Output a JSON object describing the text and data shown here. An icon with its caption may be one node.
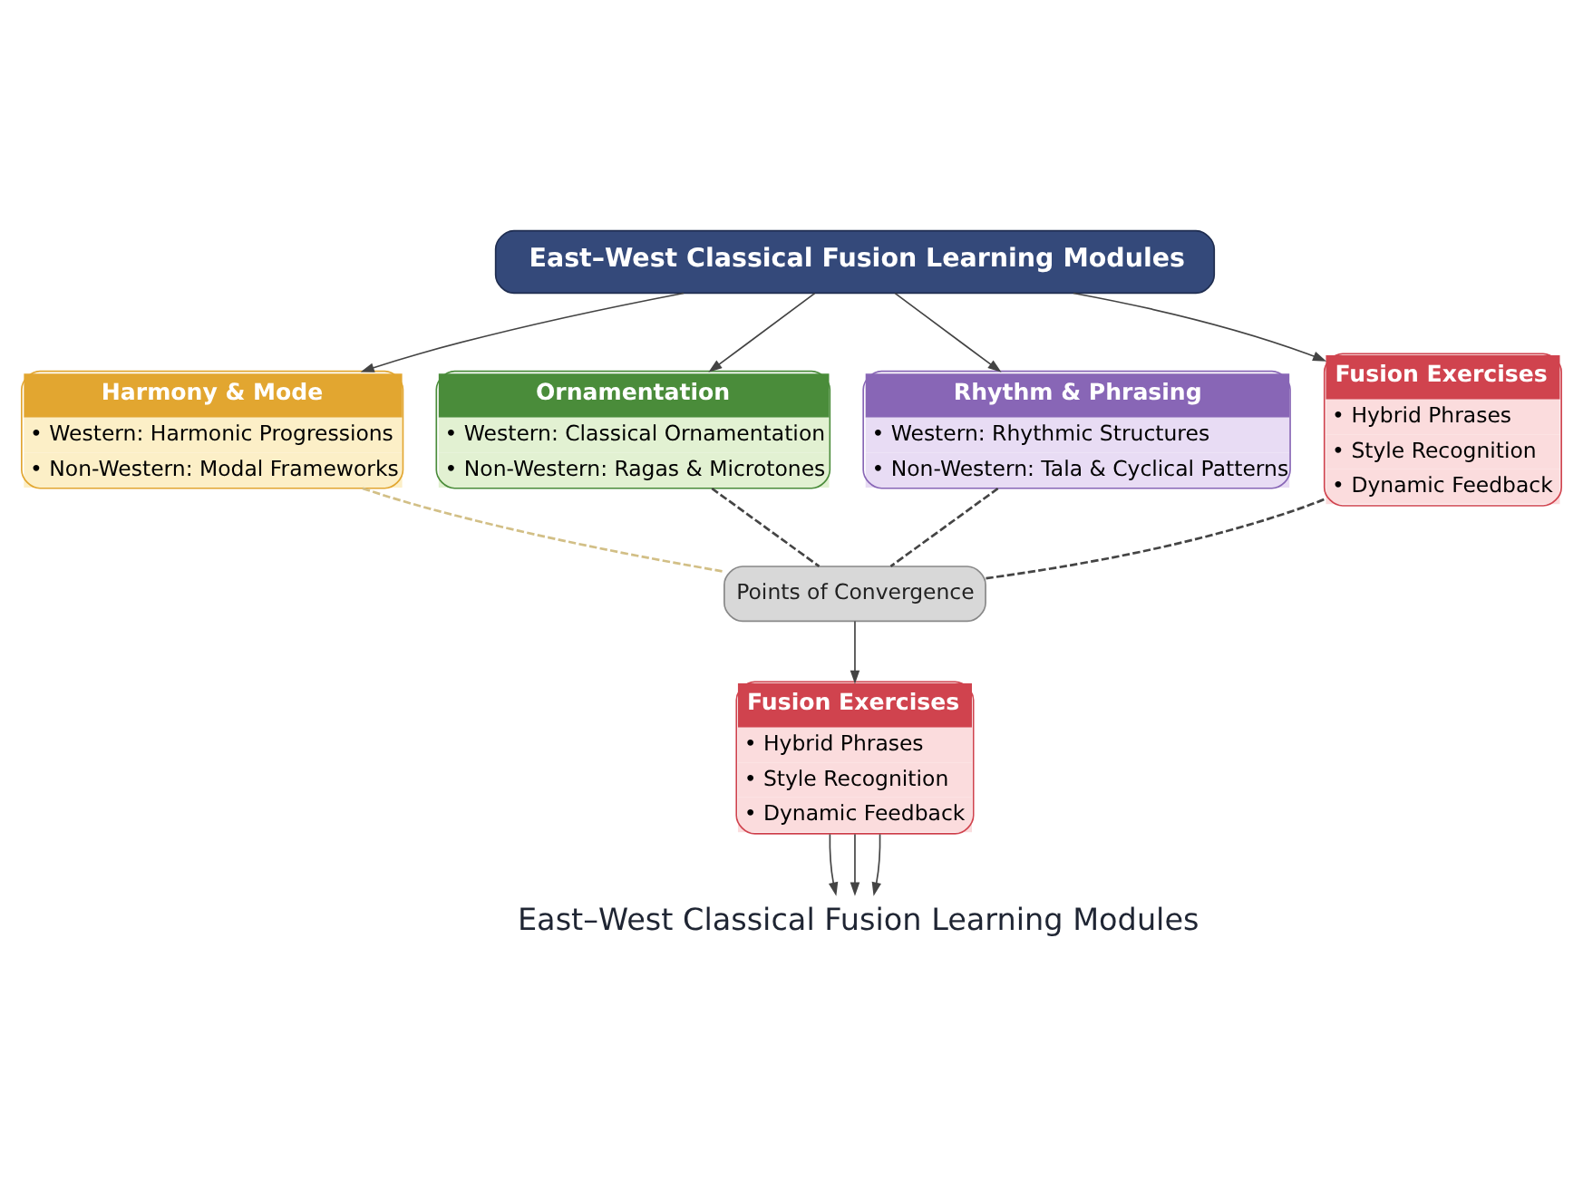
{
  "diagram": {
    "nodes": [
      {
        "text": [
          "East–West Classical Fusion Learning Modules"
        ]
      },
      {
        "text": [
          "Harmony & Mode",
          "• Western: Harmonic Progressions",
          "• Non-Western: Modal Frameworks"
        ]
      },
      {
        "text": [
          "Ornamentation",
          "• Western: Classical Ornamentation",
          "• Non-Western: Ragas & Microtones"
        ]
      },
      {
        "text": [
          "Rhythm & Phrasing",
          "• Western: Rhythmic Structures",
          "• Non-Western: Tala & Cyclical Patterns"
        ]
      },
      {
        "text": [
          "Fusion Exercises",
          "• Hybrid Phrases",
          "• Style Recognition",
          "• Dynamic Feedback"
        ]
      },
      {
        "text": [
          "Points of Convergence"
        ]
      },
      {
        "text": [
          "Fusion Exercises",
          "• Hybrid Phrases",
          "• Style Recognition",
          "• Dynamic Feedback"
        ]
      },
      {
        "text": [
          "East–West Classical Fusion Learning Modules"
        ]
      }
    ],
    "edges": [
      {
        "from": 0,
        "to": 1,
        "arrow": "to"
      },
      {
        "from": 0,
        "to": 2,
        "arrow": "to"
      },
      {
        "from": 0,
        "to": 3,
        "arrow": "to"
      },
      {
        "from": 0,
        "to": 4,
        "arrow": "to"
      },
      {
        "from": 1,
        "to": 5,
        "arrow": "none",
        "style": "dashed",
        "color": "#d2bf86"
      },
      {
        "from": 2,
        "to": 5,
        "arrow": "none",
        "style": "dashed"
      },
      {
        "from": 3,
        "to": 5,
        "arrow": "none",
        "style": "dashed"
      },
      {
        "from": 4,
        "to": 5,
        "arrow": "none",
        "style": "dashed"
      },
      {
        "from": 5,
        "to": 6,
        "arrow": "to"
      },
      {
        "from": 6,
        "to": 7,
        "arrow": "to"
      },
      {
        "from": 6,
        "to": 7,
        "arrow": "to"
      },
      {
        "from": 6,
        "to": 7,
        "arrow": "to"
      }
    ]
  }
}
